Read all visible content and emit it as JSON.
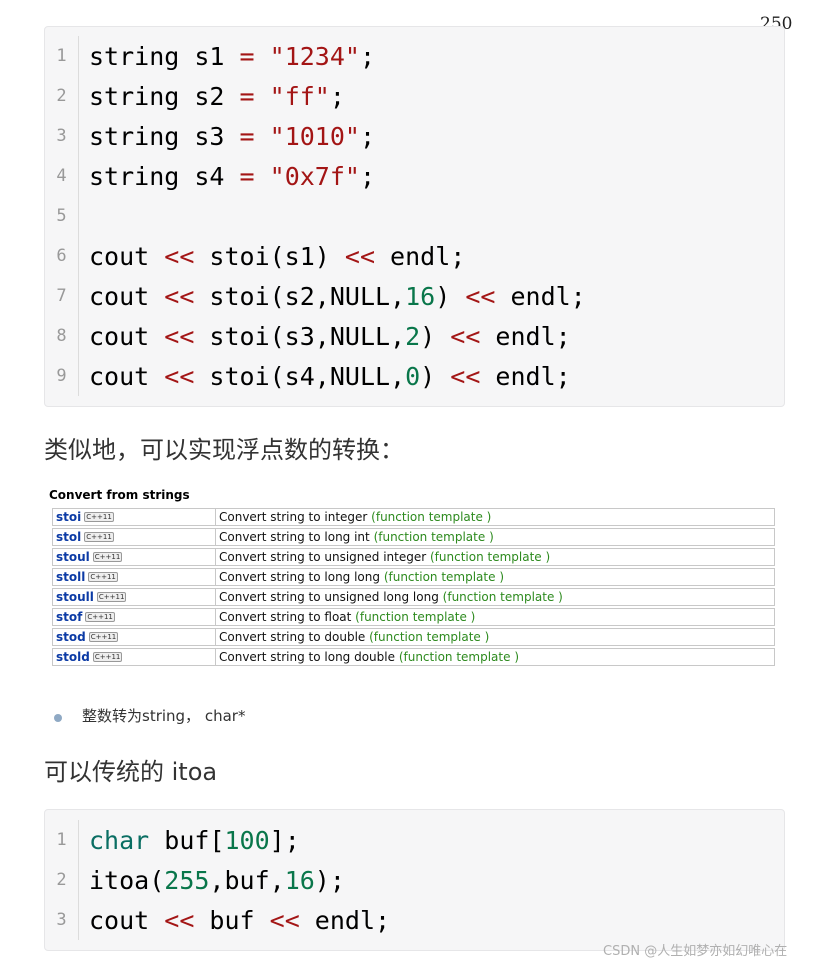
{
  "page_number": "250",
  "code_block_1": [
    {
      "n": "1",
      "tokens": [
        [
          "t",
          "string s1 "
        ],
        [
          "op",
          "="
        ],
        [
          "t",
          " "
        ],
        [
          "str",
          "\"1234\""
        ],
        [
          "t",
          ";"
        ]
      ]
    },
    {
      "n": "2",
      "tokens": [
        [
          "t",
          "string s2 "
        ],
        [
          "op",
          "="
        ],
        [
          "t",
          " "
        ],
        [
          "str",
          "\"ff\""
        ],
        [
          "t",
          ";"
        ]
      ]
    },
    {
      "n": "3",
      "tokens": [
        [
          "t",
          "string s3 "
        ],
        [
          "op",
          "="
        ],
        [
          "t",
          " "
        ],
        [
          "str",
          "\"1010\""
        ],
        [
          "t",
          ";"
        ]
      ]
    },
    {
      "n": "4",
      "tokens": [
        [
          "t",
          "string s4 "
        ],
        [
          "op",
          "="
        ],
        [
          "t",
          " "
        ],
        [
          "str",
          "\"0x7f\""
        ],
        [
          "t",
          ";"
        ]
      ]
    },
    {
      "n": "5",
      "tokens": []
    },
    {
      "n": "6",
      "tokens": [
        [
          "t",
          "cout "
        ],
        [
          "op",
          "<<"
        ],
        [
          "t",
          " stoi(s1) "
        ],
        [
          "op",
          "<<"
        ],
        [
          "t",
          " endl;"
        ]
      ]
    },
    {
      "n": "7",
      "tokens": [
        [
          "t",
          "cout "
        ],
        [
          "op",
          "<<"
        ],
        [
          "t",
          " stoi(s2,NULL,"
        ],
        [
          "num",
          "16"
        ],
        [
          "t",
          ") "
        ],
        [
          "op",
          "<<"
        ],
        [
          "t",
          " endl;"
        ]
      ]
    },
    {
      "n": "8",
      "tokens": [
        [
          "t",
          "cout "
        ],
        [
          "op",
          "<<"
        ],
        [
          "t",
          " stoi(s3,NULL,"
        ],
        [
          "num",
          "2"
        ],
        [
          "t",
          ") "
        ],
        [
          "op",
          "<<"
        ],
        [
          "t",
          " endl;"
        ]
      ]
    },
    {
      "n": "9",
      "tokens": [
        [
          "t",
          "cout "
        ],
        [
          "op",
          "<<"
        ],
        [
          "t",
          " stoi(s4,NULL,"
        ],
        [
          "num",
          "0"
        ],
        [
          "t",
          ") "
        ],
        [
          "op",
          "<<"
        ],
        [
          "t",
          " endl;"
        ]
      ]
    }
  ],
  "heading_float": "类似地，可以实现浮点数的转换：",
  "reference": {
    "title": "Convert from strings",
    "tag": "C++11",
    "rows": [
      {
        "fn": "stoi",
        "desc": "Convert string to integer ",
        "kind": "(function template )"
      },
      {
        "fn": "stol",
        "desc": "Convert string to long int ",
        "kind": "(function template )"
      },
      {
        "fn": "stoul",
        "desc": "Convert string to unsigned integer ",
        "kind": "(function template )"
      },
      {
        "fn": "stoll",
        "desc": "Convert string to long long ",
        "kind": "(function template )"
      },
      {
        "fn": "stoull",
        "desc": "Convert string to unsigned long long ",
        "kind": "(function template )"
      },
      {
        "fn": "stof",
        "desc": "Convert string to float ",
        "kind": "(function template )"
      },
      {
        "fn": "stod",
        "desc": "Convert string to double ",
        "kind": "(function template )"
      },
      {
        "fn": "stold",
        "desc": "Convert string to long double ",
        "kind": "(function template )"
      }
    ]
  },
  "bullet_text": "整数转为string， char*",
  "heading_itoa": "可以传统的 itoa",
  "code_block_2": [
    {
      "n": "1",
      "tokens": [
        [
          "kw",
          "char"
        ],
        [
          "t",
          " buf["
        ],
        [
          "num",
          "100"
        ],
        [
          "t",
          "];"
        ]
      ]
    },
    {
      "n": "2",
      "tokens": [
        [
          "t",
          "itoa("
        ],
        [
          "num",
          "255"
        ],
        [
          "t",
          ",buf,"
        ],
        [
          "num",
          "16"
        ],
        [
          "t",
          ");"
        ]
      ]
    },
    {
      "n": "3",
      "tokens": [
        [
          "t",
          "cout "
        ],
        [
          "op",
          "<<"
        ],
        [
          "t",
          " buf "
        ],
        [
          "op",
          "<<"
        ],
        [
          "t",
          " endl;"
        ]
      ]
    }
  ],
  "watermark": "CSDN @人生如梦亦如幻唯心在"
}
